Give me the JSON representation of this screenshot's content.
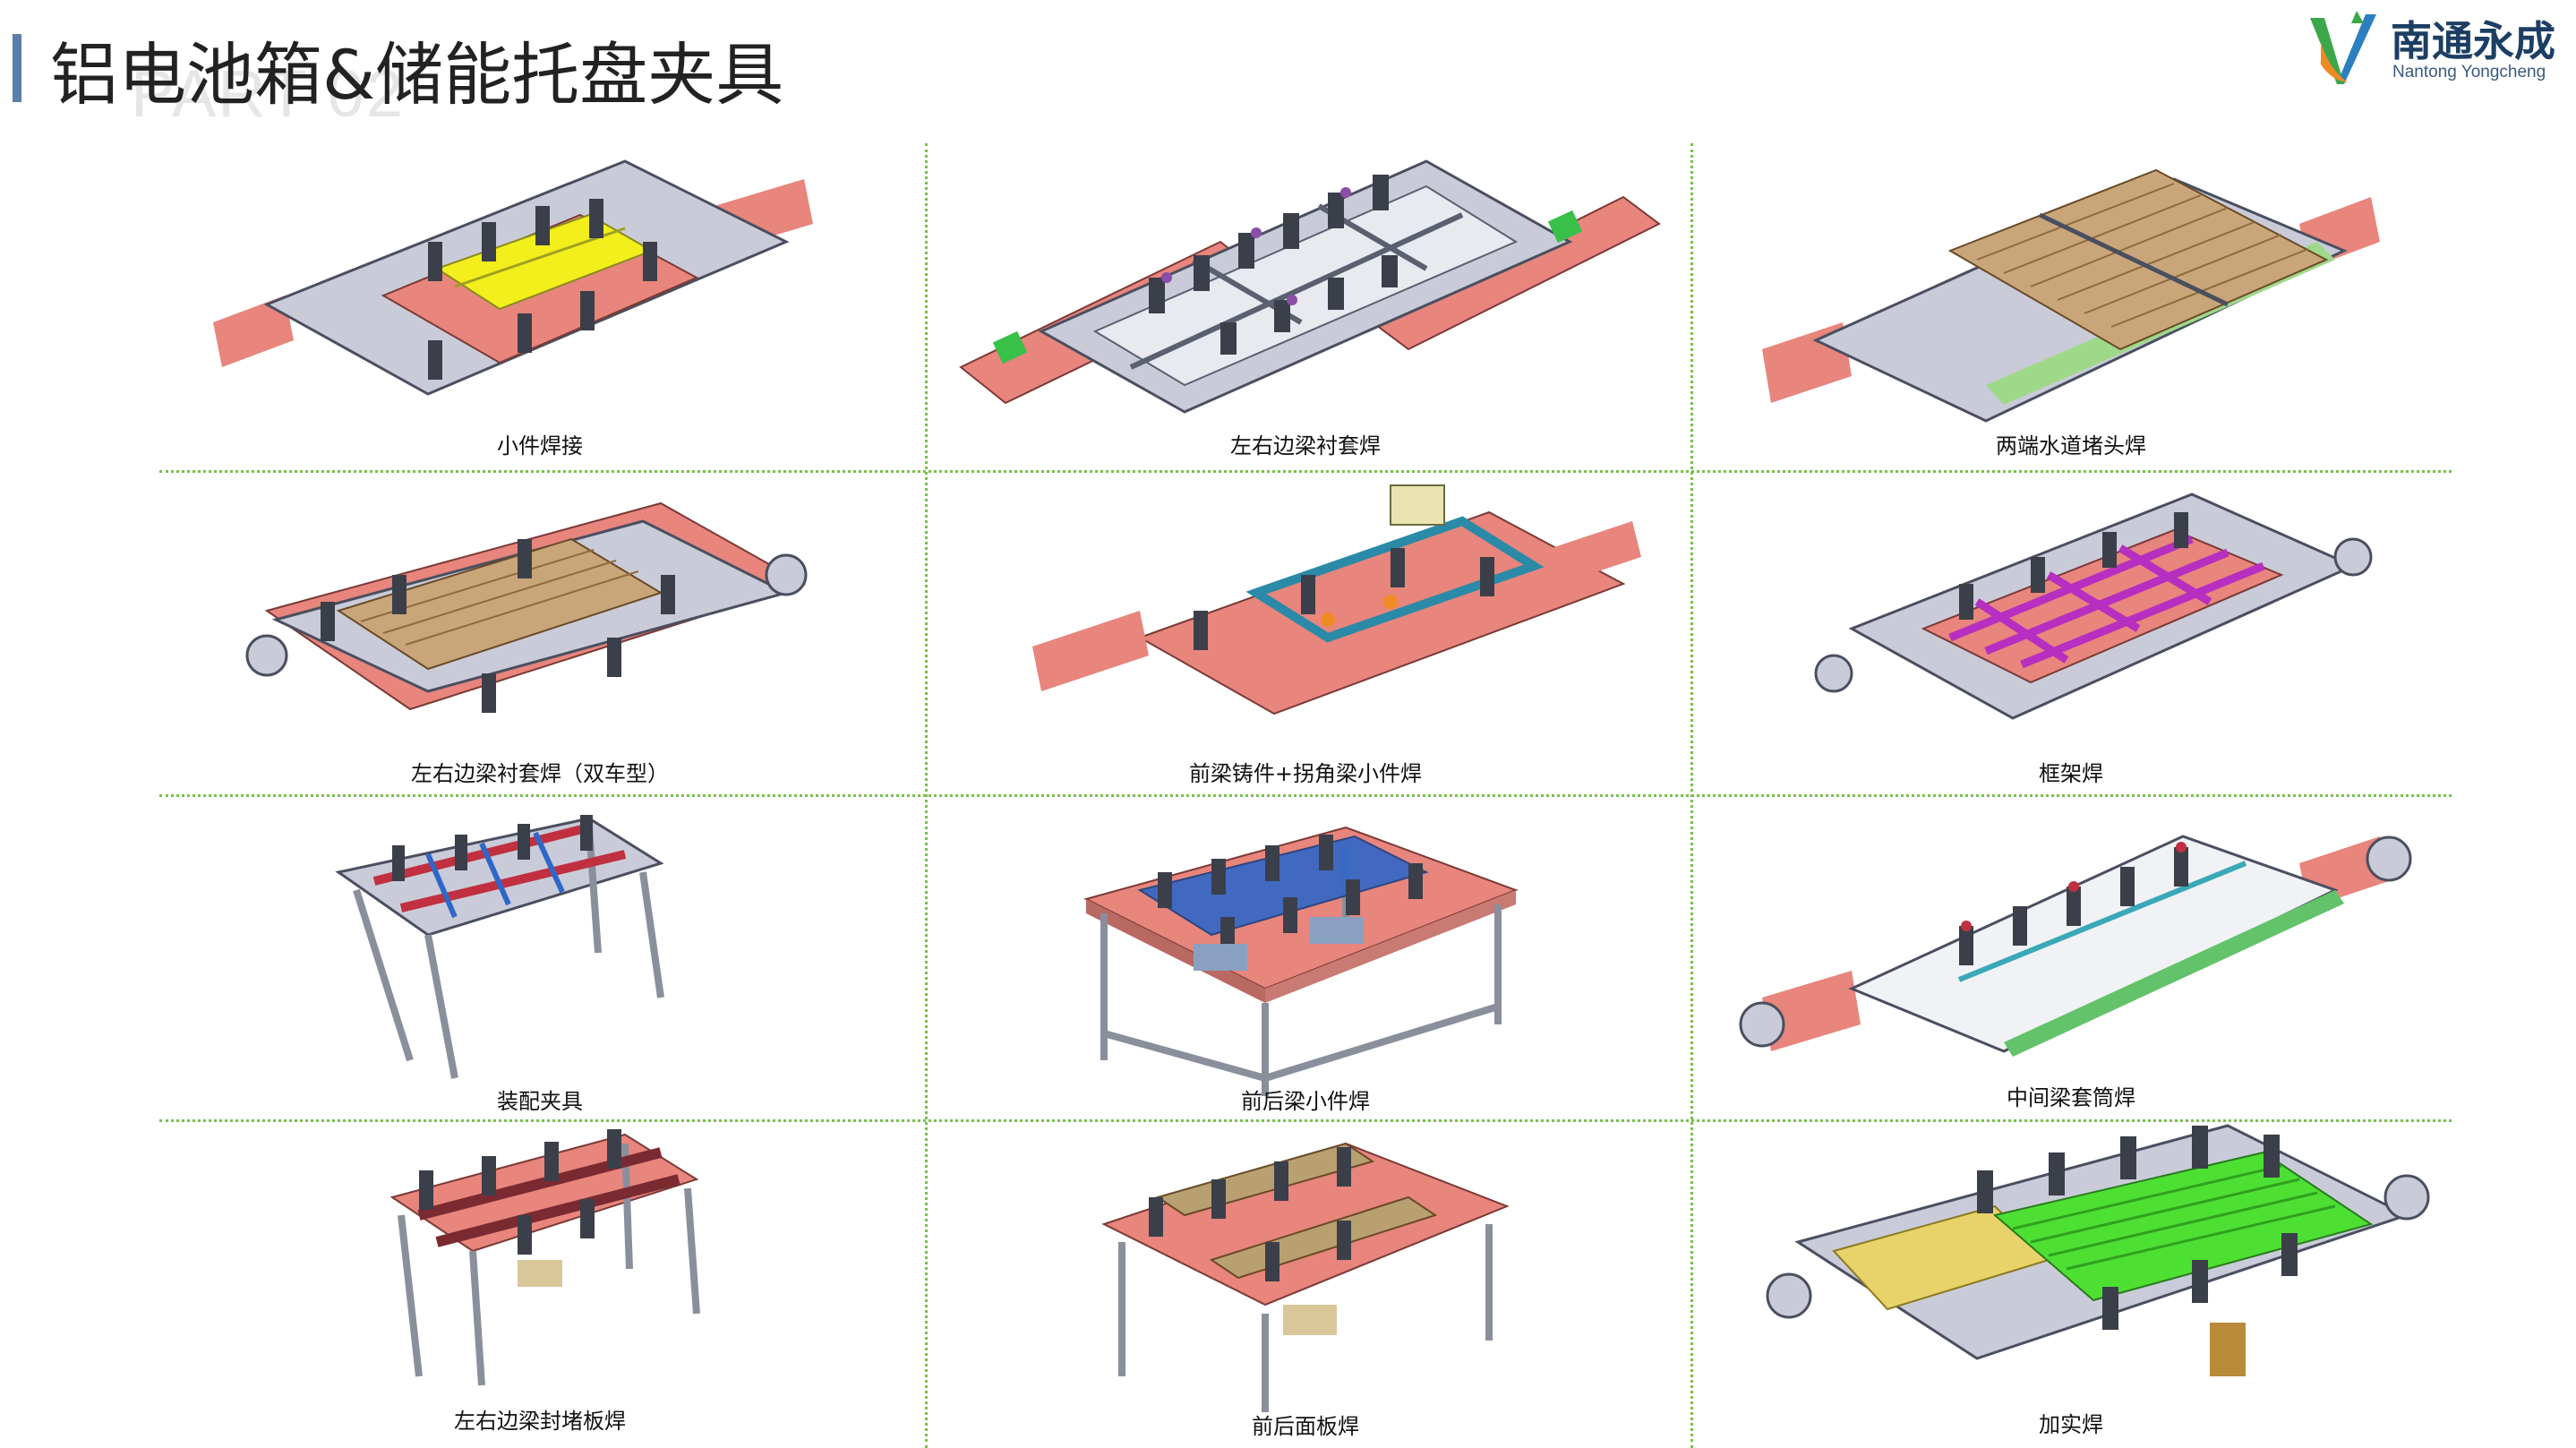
{
  "header": {
    "title": "铝电池箱&储能托盘夹具",
    "watermark": "PART 02"
  },
  "logo": {
    "name_cn": "南通永成",
    "name_en": "Nantong Yongcheng"
  },
  "fixtures": [
    {
      "label": "小件焊接"
    },
    {
      "label": "左右边梁衬套焊"
    },
    {
      "label": "两端水道堵头焊"
    },
    {
      "label": "左右边梁衬套焊（双车型）"
    },
    {
      "label": "前梁铸件+拐角梁小件焊"
    },
    {
      "label": "框架焊"
    },
    {
      "label": "装配夹具"
    },
    {
      "label": "前后梁小件焊"
    },
    {
      "label": "中间梁套筒焊"
    },
    {
      "label": "左右边梁封堵板焊"
    },
    {
      "label": "前后面板焊"
    },
    {
      "label": "加实焊"
    }
  ],
  "colors": {
    "accent_bar": "#5a7fa8",
    "grid_line": "#78c04a",
    "plate_red": "#e8857c",
    "frame_grey": "#c9ccd8",
    "logo_green": "#3aa84a",
    "logo_orange": "#f08a24"
  }
}
